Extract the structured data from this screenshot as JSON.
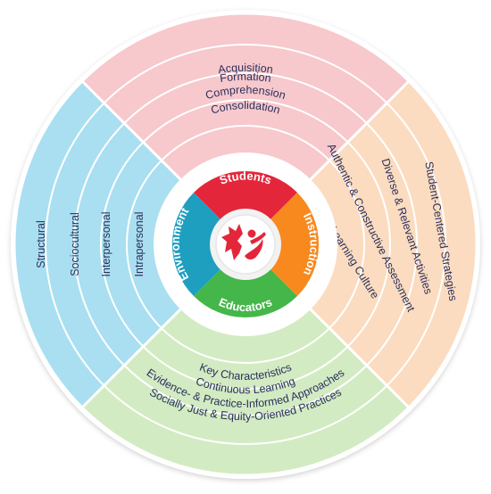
{
  "quadrants": {
    "top": {
      "color": "#f7c8cc",
      "labels": [
        "Acquisition",
        "Formation",
        "Comprehension",
        "Consolidation"
      ]
    },
    "right": {
      "color": "#fbdcc0",
      "labels": [
        "Student-Centered Strategies",
        "Diverse & Relevant Activities",
        "Authentic & Constructive Assessment",
        "Reflective Learning Culture"
      ]
    },
    "bottom": {
      "color": "#d3ebc2",
      "labels": [
        "Socially Just & Equity-Oriented Practices",
        "Evidence- & Practice-Informed Approaches",
        "Continuous Learning",
        "Key Characteristics"
      ]
    },
    "left": {
      "color": "#a9dff0",
      "labels": [
        "Structural",
        "Sociocultural",
        "Interpersonal",
        "Intrapersonal"
      ]
    }
  },
  "core": {
    "students": {
      "label": "Students",
      "color": "#e4263a"
    },
    "instruction": {
      "label": "Instruction",
      "color": "#f7891f"
    },
    "educators": {
      "label": "Educators",
      "color": "#45b649"
    },
    "environment": {
      "label": "Environment",
      "color": "#1e9fc0"
    }
  },
  "logo": {
    "color": "#e4263a"
  }
}
